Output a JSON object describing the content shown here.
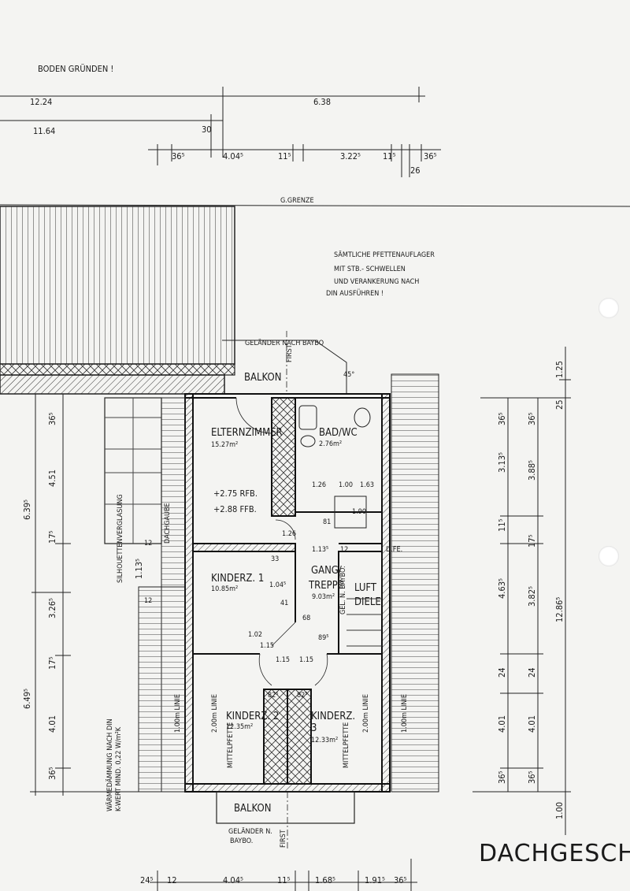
{
  "header_note": "BODEN GRÜNDEN !",
  "dims_top": [
    "12.24",
    "6.38",
    "11.64",
    "30"
  ],
  "dims_top_chain": [
    "36⁵",
    "4.04⁵",
    "11⁵",
    "3.22⁵",
    "11⁵",
    "26",
    "36⁵"
  ],
  "property_line": "G.GRENZE",
  "notes": [
    "SÄMTLICHE PFETTENAUFLAGER",
    "MIT STB.- SCHWELLEN",
    "UND VERANKERUNG NACH",
    "DIN AUSFÜHREN !"
  ],
  "railing_top": "GELÄNDER NACH BAYBO",
  "ridge": "FIRST",
  "angle": "45°",
  "balcony_top": "BALKON",
  "balcony_bottom": "BALKON",
  "railing_bottom": [
    "GELÄNDER N.",
    "BAYBO."
  ],
  "rooms": {
    "eltern": {
      "name": "ELTERNZIMMER",
      "area": "15.27m²",
      "rfb": "+2.75 RFB.",
      "ffb": "+2.88 FFB."
    },
    "bad": {
      "name": "BAD/WC",
      "area": "2.76m²"
    },
    "kinder1": {
      "name": "KINDERZ. 1",
      "area": "10.85m²"
    },
    "gang": {
      "name": "GANG/",
      "name2": "TREPPE",
      "area": "9.03m²"
    },
    "luft": {
      "name": "LUFT",
      "name2": "DIELE"
    },
    "kinder2": {
      "name": "KINDERZ. 2",
      "area": "12.35m²"
    },
    "kinder3": {
      "name": "KINDERZ.",
      "name2": "3",
      "area": "12.33m²"
    }
  },
  "labels": {
    "dachgaube": "DACHGAUBE",
    "silhouette": "SILHOUETTENVERGLASUNG",
    "insulation": [
      "WÄRMEDÄMMUNG NACH DIN",
      "K-WERT MIND. 0,22 W/m²K"
    ],
    "line200": "2.00m LINIE",
    "line100": "1.00m LINIE",
    "mittelpfette": "MITTELPFETTE",
    "gel": "GEL. N. BAYBO.",
    "dfe": "D.FE."
  },
  "dims_left": [
    "36⁵",
    "4.51",
    "6.39⁵",
    "17⁵",
    "1.13⁵",
    "3.26⁵",
    "17⁵",
    "6.49⁵",
    "4.01",
    "36⁵"
  ],
  "dims_right": [
    "1.25",
    "25",
    "36⁵",
    "36⁵",
    "3.13⁵",
    "3.88⁵",
    "11⁵",
    "17⁵",
    "4.63⁵",
    "3.82⁵",
    "12.86⁵",
    "24",
    "24",
    "4.01",
    "4.01",
    "36⁵",
    "36⁵",
    "1.00"
  ],
  "dims_inner": [
    "1.26",
    "1.00",
    "1.63",
    "1.90",
    "81",
    "1.13⁵",
    "12",
    "1.26",
    "33",
    "1.04⁵",
    "41",
    "68",
    "89⁵",
    "1.02",
    "1.15",
    "1.15",
    "1.15",
    "82⁵",
    "82⁵",
    "12",
    "12"
  ],
  "dims_bottom_chain": [
    "24⁵",
    "12",
    "4.04⁵",
    "11⁵",
    "1.68⁵",
    "1.91⁵",
    "36⁵"
  ],
  "title": "DACHGESCHOS"
}
